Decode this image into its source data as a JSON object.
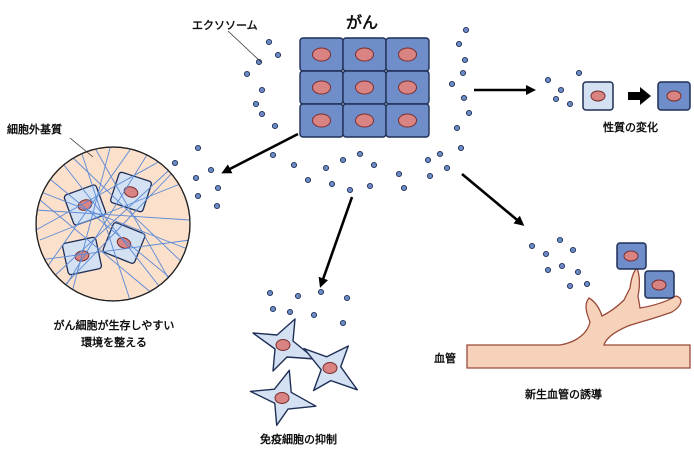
{
  "title": "がん",
  "labels": {
    "exosome": "エクソソーム",
    "ecm": "細胞外基質",
    "niche_line1": "がん細胞が生存しやすい",
    "niche_line2": "環境を整える",
    "immune": "免疫細胞の抑制",
    "angiogenesis": "新生血管の誘導",
    "vessel": "血管",
    "phenotype": "性質の変化"
  },
  "colors": {
    "cell_fill": "#6f8ec9",
    "cell_stroke": "#1f2f55",
    "nucleus_fill": "#d98383",
    "nucleus_stroke": "#7a2e2e",
    "dot_fill": "#6b8bc6",
    "dot_stroke": "#1f2f55",
    "ecm_fill": "#fbe0cc",
    "fiber": "#5b8ad6",
    "vessel_fill": "#f6d2ba",
    "vessel_stroke": "#9a4a3a",
    "light_cell": "#d4e1f3"
  }
}
